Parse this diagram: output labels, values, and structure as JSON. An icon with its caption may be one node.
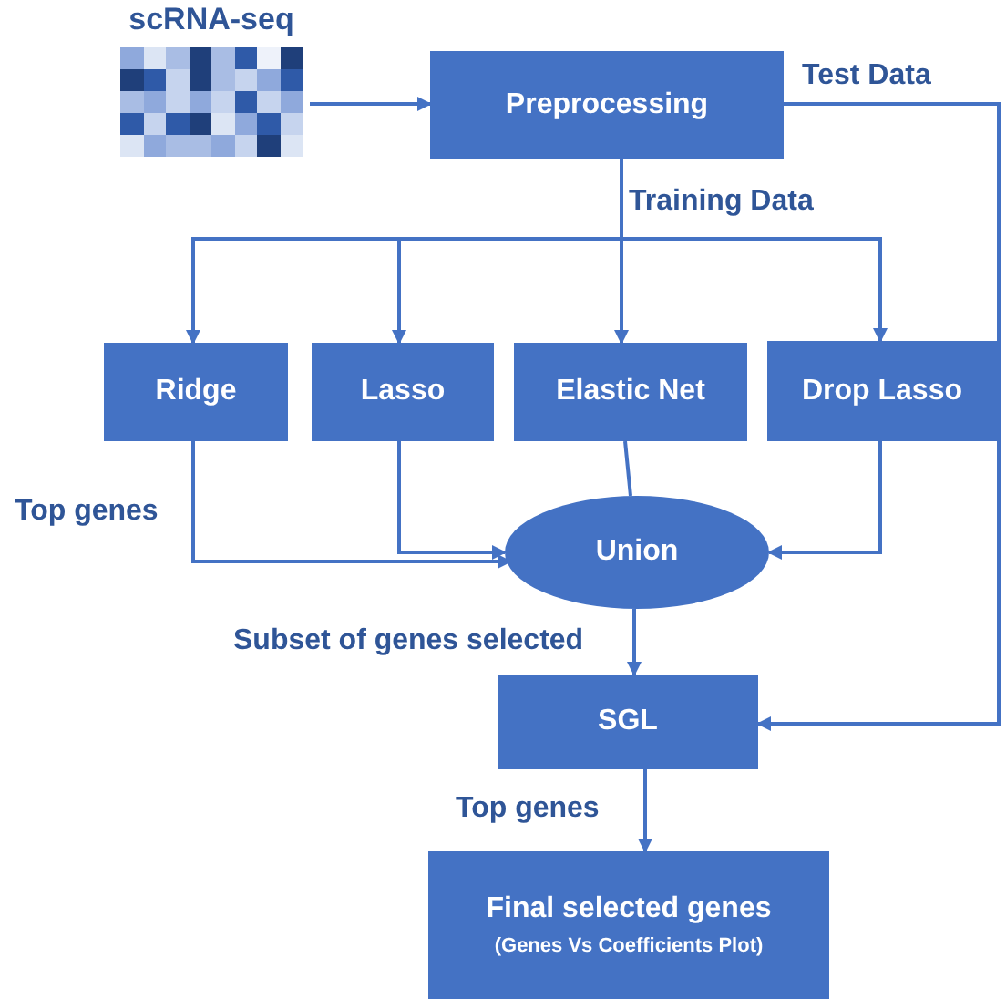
{
  "diagram": {
    "nodes": [
      {
        "text": [
          "scRNA-seq"
        ]
      },
      {
        "text": [
          "Preprocessing"
        ]
      },
      {
        "text": [
          "Ridge"
        ]
      },
      {
        "text": [
          "Lasso"
        ]
      },
      {
        "text": [
          "Elastic Net"
        ]
      },
      {
        "text": [
          "Drop Lasso"
        ]
      },
      {
        "text": [
          "Union"
        ]
      },
      {
        "text": [
          "SGL"
        ]
      },
      {
        "text": [
          "Final selected genes",
          "(Genes Vs Coefficients Plot)"
        ]
      }
    ],
    "edges": [
      {
        "from": 0,
        "to": 1,
        "arrow": "to"
      },
      {
        "from": 1,
        "to": 7,
        "arrow": "to",
        "label": "Test Data"
      },
      {
        "from": 1,
        "to": 2,
        "arrow": "to"
      },
      {
        "from": 1,
        "to": 3,
        "arrow": "to"
      },
      {
        "from": 1,
        "to": 4,
        "arrow": "to",
        "label": "Training Data"
      },
      {
        "from": 1,
        "to": 5,
        "arrow": "to"
      },
      {
        "from": 2,
        "to": 6,
        "arrow": "to",
        "label": "Top genes"
      },
      {
        "from": 3,
        "to": 6,
        "arrow": "to"
      },
      {
        "from": 4,
        "to": 6,
        "arrow": "none"
      },
      {
        "from": 5,
        "to": 6,
        "arrow": "to"
      },
      {
        "from": 6,
        "to": 7,
        "arrow": "to",
        "label": "Subset of genes selected"
      },
      {
        "from": 7,
        "to": 8,
        "arrow": "to",
        "label": "Top genes"
      }
    ]
  }
}
